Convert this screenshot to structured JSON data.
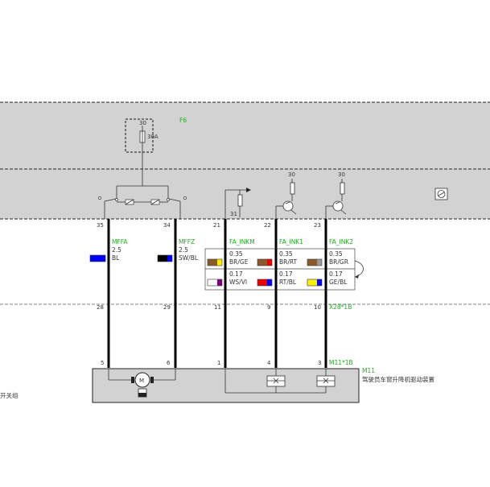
{
  "fuse": {
    "label": "F6",
    "pin": "30",
    "rating": "30A"
  },
  "relay": {
    "pin": "31"
  },
  "supply_pins": {
    "ink1": "30",
    "ink2": "30"
  },
  "top_pins": [
    "35",
    "34",
    "21",
    "22",
    "23"
  ],
  "connector_x28": {
    "label": "X28*1B",
    "pins": [
      "28",
      "29",
      "11",
      "9",
      "10"
    ]
  },
  "connector_m11": {
    "label": "M11*1B",
    "pins": [
      "5",
      "6",
      "1",
      "4",
      "3"
    ]
  },
  "wires": [
    {
      "name": "MFFA",
      "size": "2.5",
      "color": "BL",
      "swatch": [
        "#0000ff"
      ]
    },
    {
      "name": "MFFZ",
      "size": "2.5",
      "color": "SW/BL",
      "swatch": [
        "#000000",
        "#0000ff"
      ]
    }
  ],
  "signal_table": [
    {
      "name": "FA_INKM",
      "rows": [
        {
          "size": "0.35",
          "color": "BR/GE",
          "swatch": [
            "#8b5a2b",
            "#ffee00"
          ]
        },
        {
          "size": "0.17",
          "color": "WS/VI",
          "swatch": [
            "#ffffff",
            "#800080"
          ]
        }
      ]
    },
    {
      "name": "FA_INK1",
      "rows": [
        {
          "size": "0.35",
          "color": "BR/RT",
          "swatch": [
            "#8b5a2b",
            "#ee0000"
          ]
        },
        {
          "size": "0.17",
          "color": "RT/BL",
          "swatch": [
            "#ee0000",
            "#0000ff"
          ]
        }
      ]
    },
    {
      "name": "FA_INK2",
      "rows": [
        {
          "size": "0.35",
          "color": "BR/GR",
          "swatch": [
            "#8b5a2b",
            "#999999"
          ]
        },
        {
          "size": "0.17",
          "color": "GE/BL",
          "swatch": [
            "#ffee00",
            "#0000ff"
          ]
        }
      ]
    }
  ],
  "module": {
    "code": "M11",
    "description": "驾驶员车窗升降机驱动装置"
  },
  "left_fragment": "开关组",
  "colors": {
    "band": "#d2d2d2",
    "signal_green": "#22aa22",
    "wire": "#000000"
  }
}
